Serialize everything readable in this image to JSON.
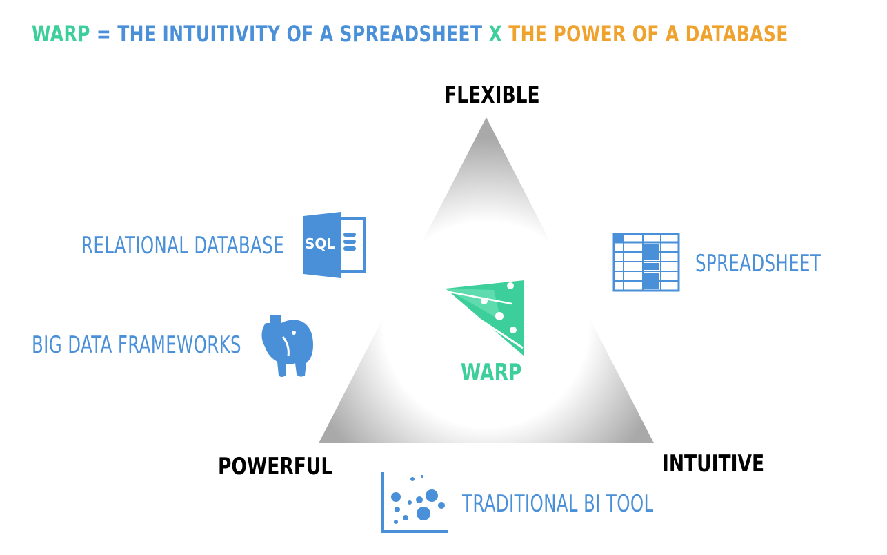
{
  "headline": {
    "part_warp": "WARP",
    "part_eq": " = THE INTUITIVITY OF A SPREADSHEET ",
    "part_x": "X ",
    "part_power": "THE POWER OF A DATABASE"
  },
  "corners": {
    "top": "FLEXIBLE",
    "bottom_left": "POWERFUL",
    "bottom_right": "INTUITIVE"
  },
  "center": {
    "label": "WARP",
    "icon": "warp-logo-icon"
  },
  "items": {
    "relational_database": {
      "label": "RELATIONAL DATABASE",
      "icon": "sql-file-icon",
      "icon_text": "SQL"
    },
    "big_data": {
      "label": "BIG DATA FRAMEWORKS",
      "icon": "elephant-icon"
    },
    "spreadsheet": {
      "label": "SPREADSHEET",
      "icon": "spreadsheet-grid-icon"
    },
    "bi_tool": {
      "label": "TRADITIONAL BI TOOL",
      "icon": "scatter-chart-icon"
    }
  },
  "colors": {
    "green": "#3ccf9b",
    "blue": "#4a90d9",
    "orange": "#f0a22e",
    "black": "#000000"
  }
}
